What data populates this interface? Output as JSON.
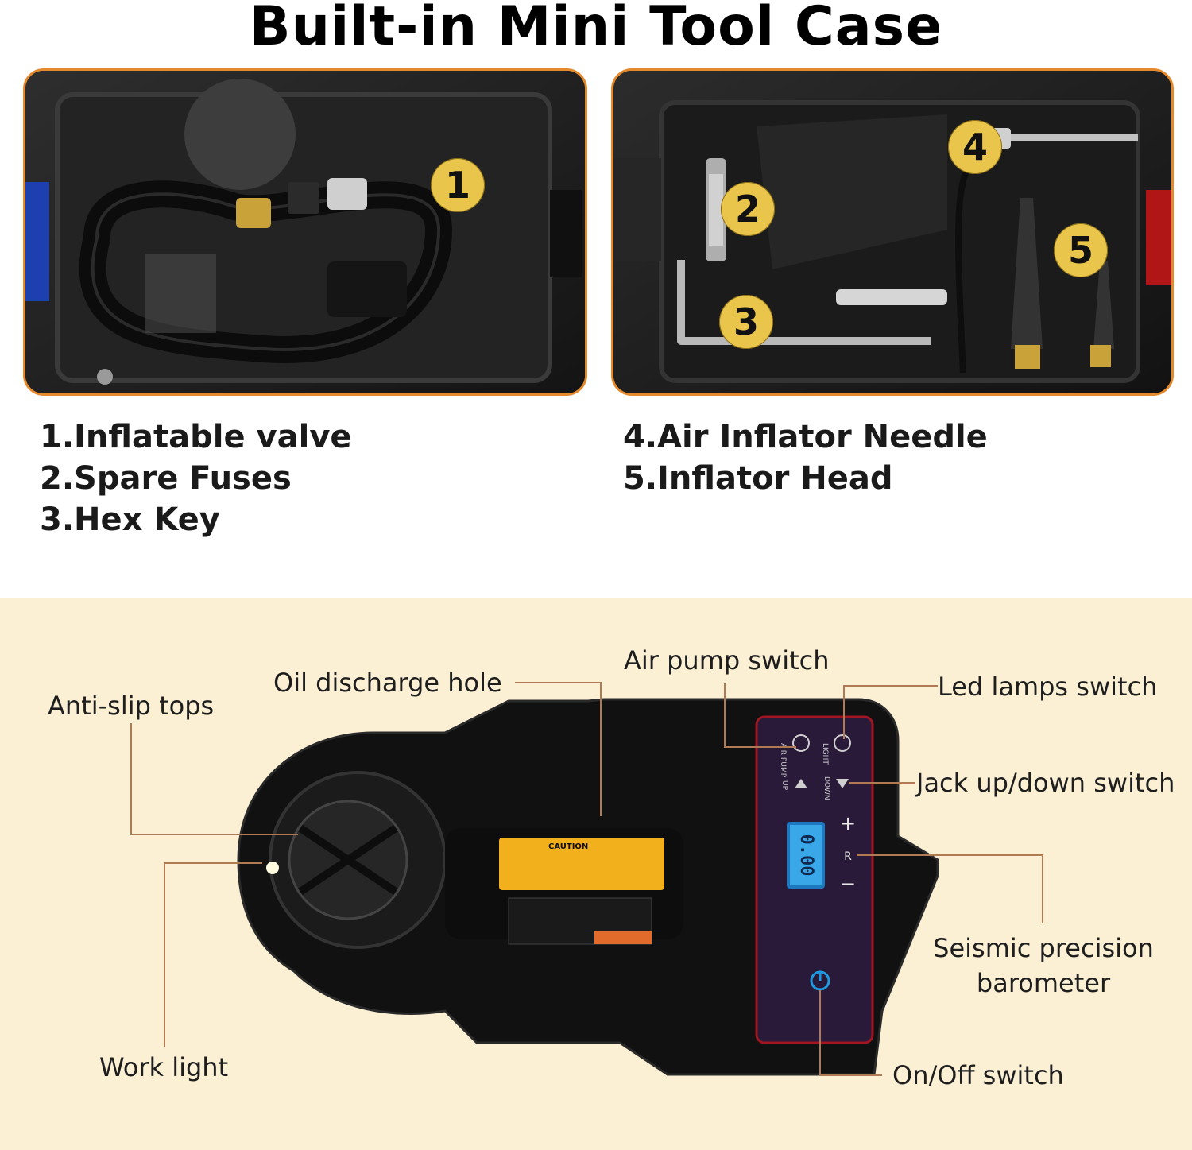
{
  "title": "Built-in Mini Tool Case",
  "badges": [
    "1",
    "2",
    "3",
    "4",
    "5"
  ],
  "parts_list_left": [
    "1.Inflatable valve",
    "2.Spare Fuses",
    "3.Hex Key"
  ],
  "parts_list_right": [
    "4.Air Inflator Needle",
    "5.Inflator Head"
  ],
  "callouts": {
    "anti_slip": "Anti-slip tops",
    "oil_hole": "Oil discharge hole",
    "air_pump": "Air pump switch",
    "led_lamps": "Led lamps switch",
    "jack": "Jack up/down switch",
    "barometer_line1": "Seismic precision",
    "barometer_line2": "barometer",
    "work_light": "Work light",
    "on_off": "On/Off switch"
  },
  "device_panel": {
    "air_pump": "AIR PUMP",
    "light": "LIGHT",
    "up": "UP",
    "down": "DOWN",
    "plus": "+",
    "reset": "R",
    "minus": "−",
    "display": "0.00",
    "caution": "CAUTION"
  },
  "colors": {
    "accent_orange": "#e48a2c",
    "badge_yellow": "#e9c54c",
    "lower_background": "#fbf0d4",
    "leader_line": "#b07a55",
    "lcd_blue": "#3aa8e8"
  }
}
